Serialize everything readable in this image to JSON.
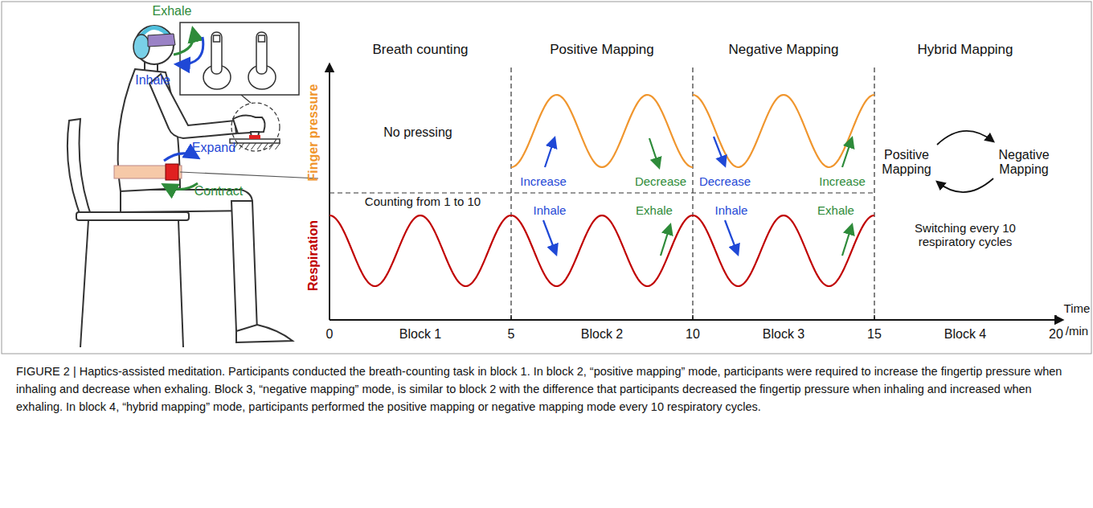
{
  "diagram": {
    "caption": "FIGURE 2 | Haptics-assisted meditation. Participants conducted the breath-counting task in block 1. In block 2, “positive mapping” mode, participants were required to increase the fingertip pressure when inhaling and decrease when exhaling. Block 3, “negative mapping” mode, is similar to block 2 with the difference that participants decreased the fingertip pressure when inhaling and increased when exhaling. In block 4, “hybrid mapping” mode, participants performed the positive mapping or negative mapping mode every 10 respiratory cycles.",
    "labels": [
      "Exhale",
      "Inhale",
      "Expand",
      "Contract",
      "Finger pressure",
      "Respiration",
      "Breath counting",
      "Positive Mapping",
      "Negative Mapping",
      "Hybrid Mapping",
      "No pressing",
      "Counting from 1 to 10",
      "Increase",
      "Decrease",
      "Decrease",
      "Increase",
      "Inhale",
      "Exhale",
      "Inhale",
      "Exhale",
      "Positive Mapping",
      "Negative Mapping",
      "Switching every 10 respiratory cycles",
      "0",
      "5",
      "10",
      "15",
      "20",
      "Block 1",
      "Block 2",
      "Block 3",
      "Block 4",
      "Time",
      "/min"
    ]
  }
}
